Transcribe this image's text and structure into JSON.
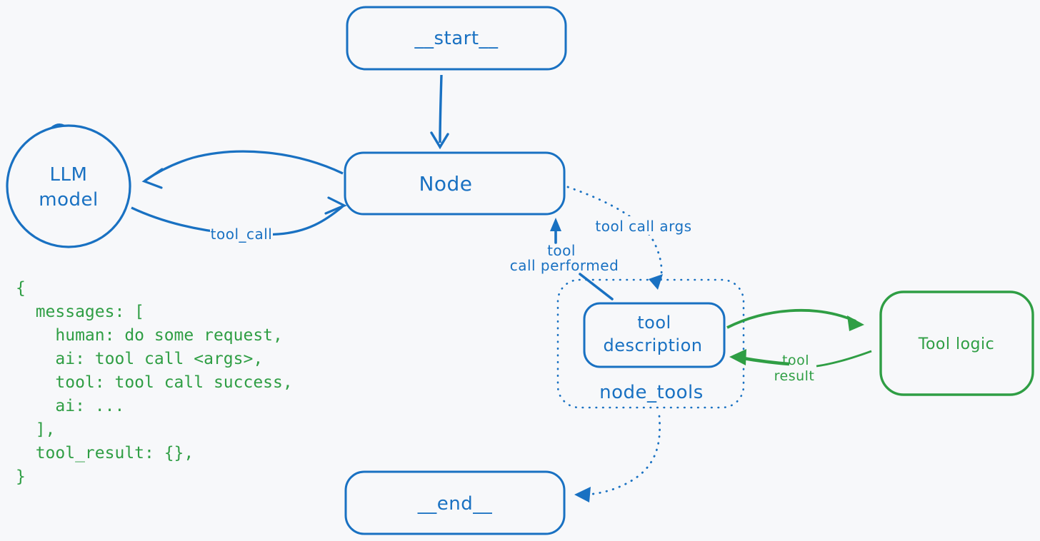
{
  "canvas": {
    "background_color": "#f7f8fa",
    "blue_accent": "#1971c2",
    "green_accent": "#2f9e44"
  },
  "nodes": {
    "start": {
      "label": "__start__"
    },
    "node": {
      "label": "Node"
    },
    "llm": {
      "label_line1": "LLM",
      "label_line2": "model"
    },
    "tool_description": {
      "label_line1": "tool",
      "label_line2": "description"
    },
    "node_tools": {
      "label": "node_tools"
    },
    "tool_logic": {
      "label": "Tool logic"
    },
    "end": {
      "label": "__end__"
    }
  },
  "edges": {
    "tool_call": {
      "label": "tool_call"
    },
    "tool_call_args": {
      "label": "tool call args"
    },
    "tool_call_performed": {
      "label_line1": "tool",
      "label_line2": "call performed"
    },
    "tool_result": {
      "label_line1": "tool",
      "label_line2": "result"
    }
  },
  "code": {
    "content": "{\n  messages: [\n    human: do some request,\n    ai: tool call <args>,\n    tool: tool call success,\n    ai: ...\n  ],\n  tool_result: {},\n}"
  }
}
